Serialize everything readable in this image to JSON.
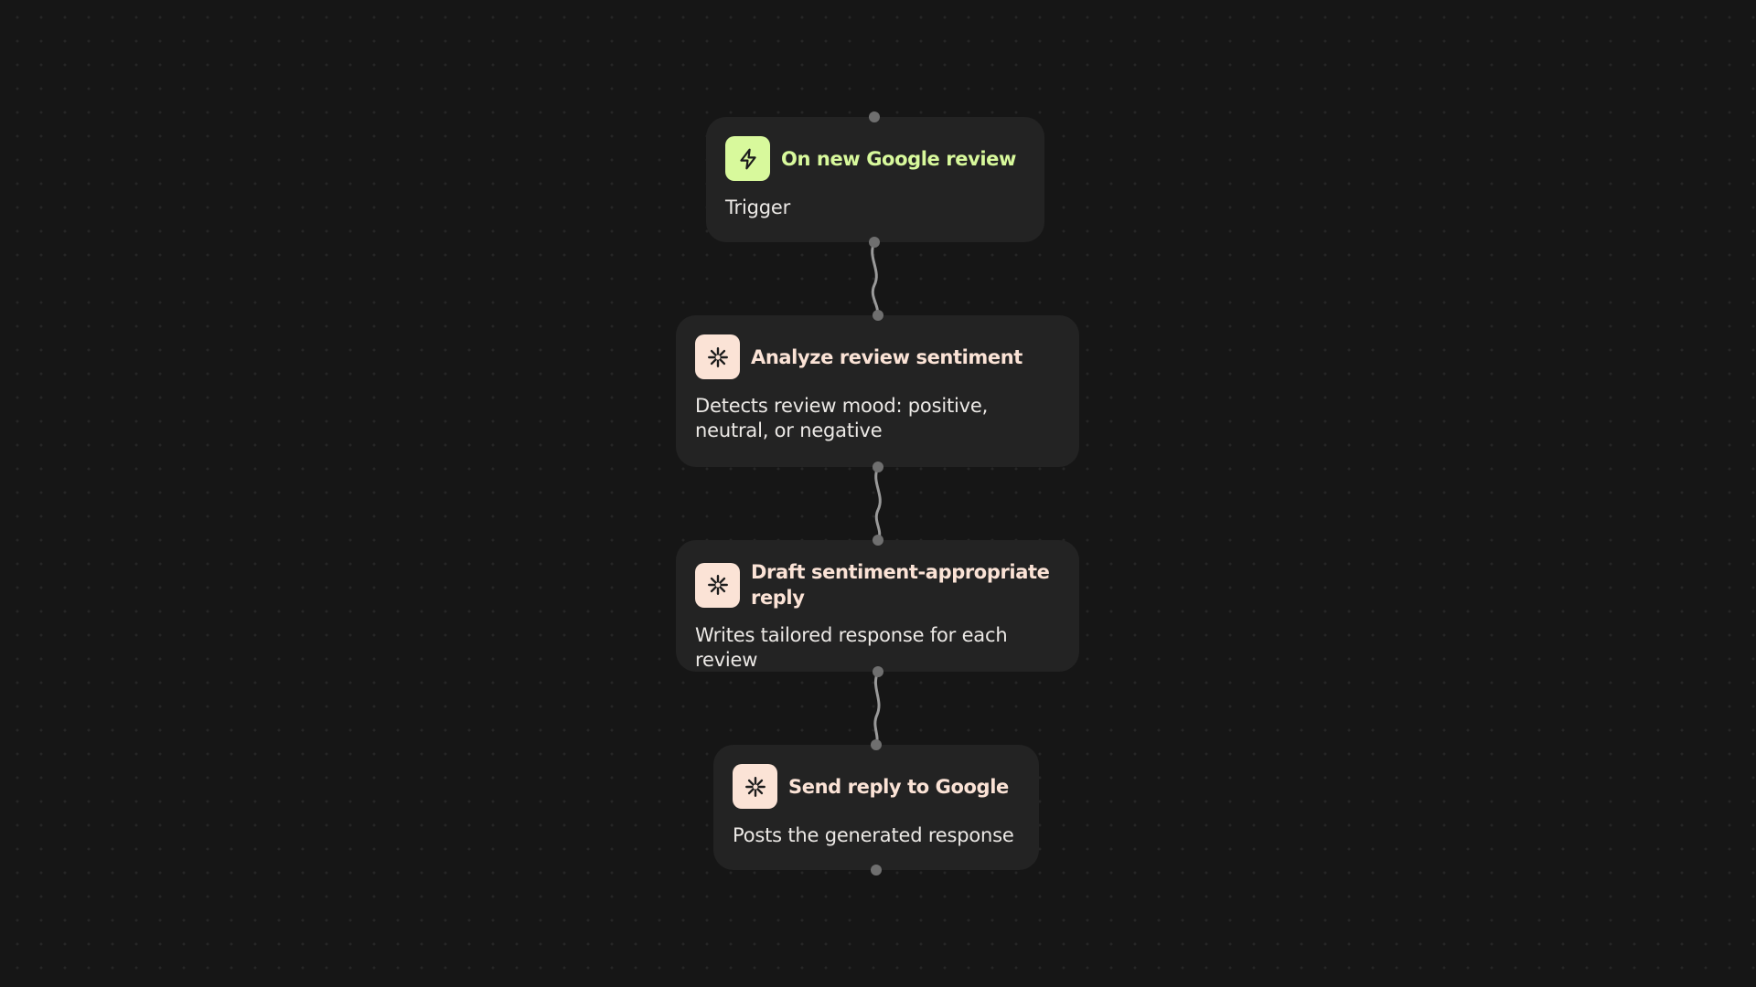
{
  "theme": {
    "background": "#161616",
    "node_background": "#232323",
    "trigger_accent": "#d8f99c",
    "action_accent": "#fbe3d6",
    "text": "#ece9e6",
    "connector": "#9a9a9a",
    "port": "#6f6f6f"
  },
  "workflow": {
    "nodes": [
      {
        "id": "trigger",
        "kind": "trigger",
        "icon": "lightning-bolt-icon",
        "title": "On new Google review",
        "description": "Trigger"
      },
      {
        "id": "analyze",
        "kind": "action",
        "icon": "asterisk-sparkle-icon",
        "title": "Analyze review sentiment",
        "description": "Detects review mood: positive, neutral, or negative"
      },
      {
        "id": "draft",
        "kind": "action",
        "icon": "asterisk-sparkle-icon",
        "title": "Draft sentiment-appropriate reply",
        "description": "Writes tailored response for each review"
      },
      {
        "id": "send",
        "kind": "action",
        "icon": "asterisk-sparkle-icon",
        "title": "Send reply to Google",
        "description": "Posts the generated response"
      }
    ],
    "edges": [
      {
        "from": "trigger",
        "to": "analyze"
      },
      {
        "from": "analyze",
        "to": "draft"
      },
      {
        "from": "draft",
        "to": "send"
      }
    ]
  }
}
